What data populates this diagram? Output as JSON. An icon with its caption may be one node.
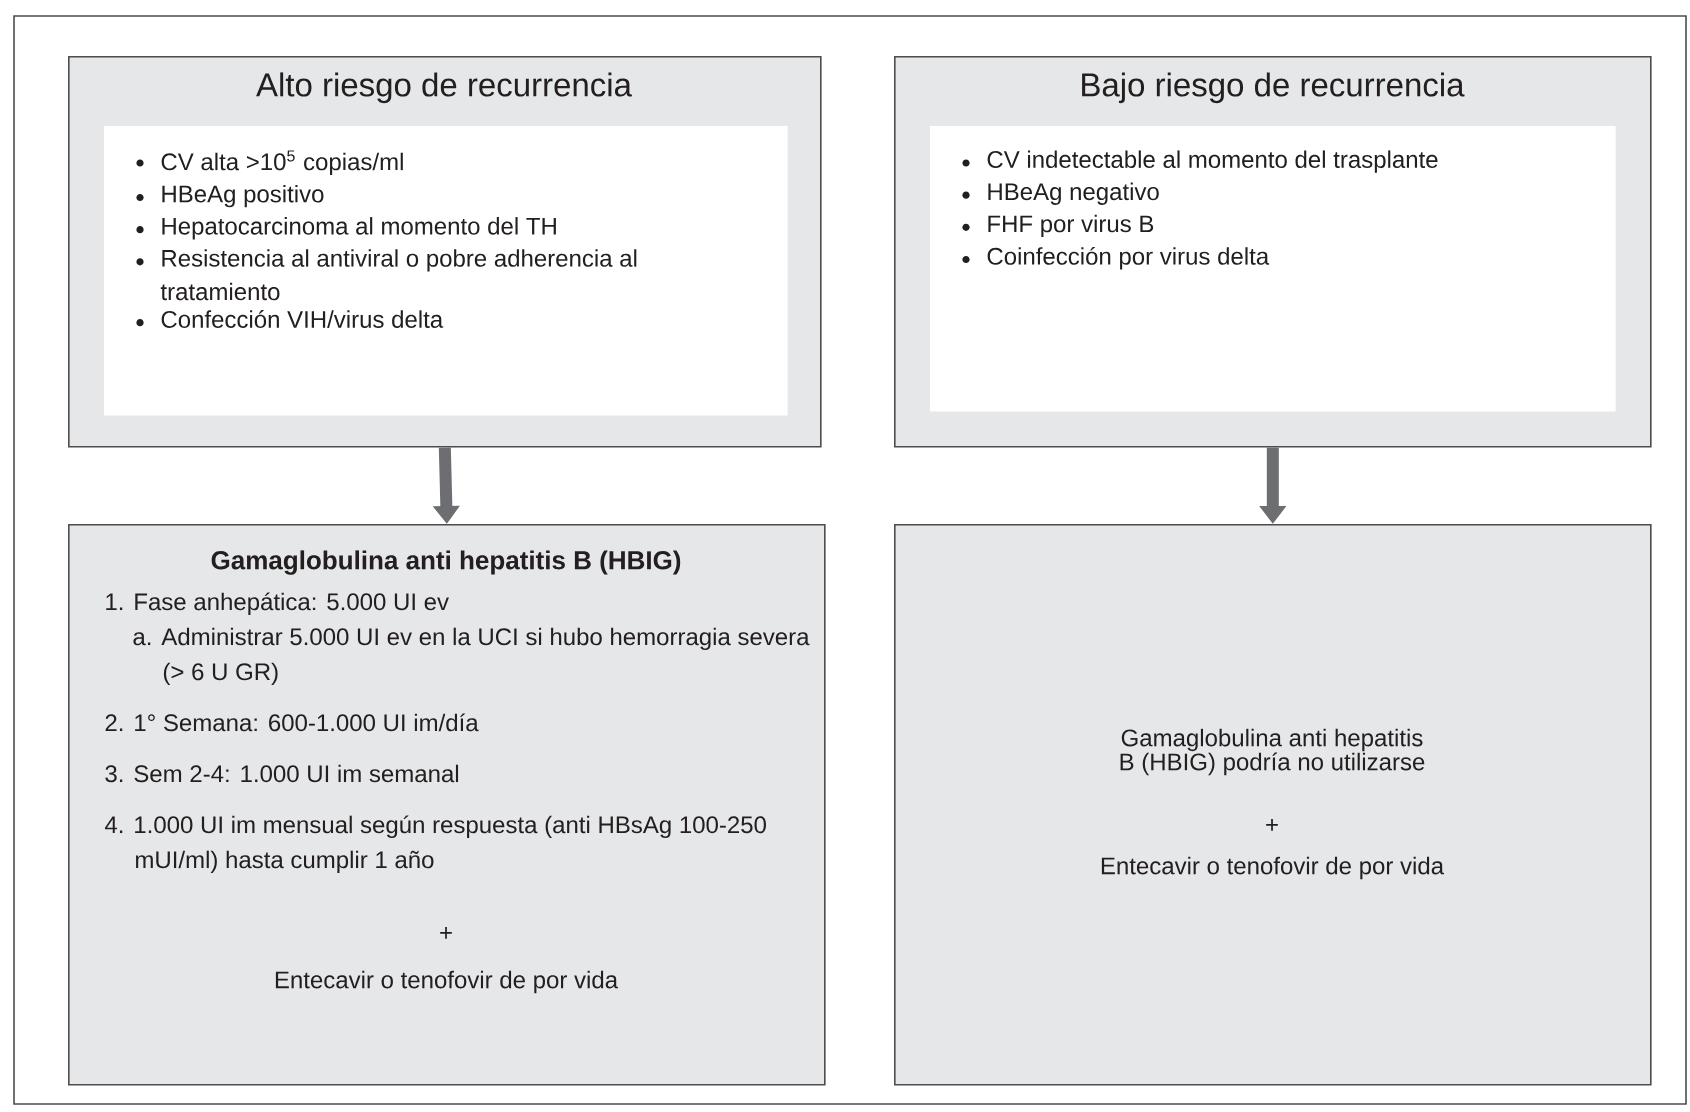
{
  "diagram": {
    "nodes": [
      {
        "text": [
          "Alto riesgo de recurrencia"
        ]
      },
      {
        "text": [
          "CV alta >10$^{5}$ copias/ml",
          "HBeAg positivo",
          "Hepatocarcinoma al momento del TH",
          "Resistencia al antiviral o pobre adherencia al tratamiento",
          "Confección VIH/virus delta"
        ],
        "in": 0
      },
      {
        "text": [
          "Bajo riesgo de recurrencia"
        ]
      },
      {
        "text": [
          "CV indetectable al momento del trasplante",
          "HBeAg negativo",
          "FHF por virus B",
          "Coinfección por virus delta"
        ],
        "in": 2
      },
      {
        "text": [
          "Gamaglobulina anti hepatitis B (HBIG)",
          "1. Fase anhepática: 5.000 UI ev",
          "a. Administrar 5.000 UI ev en la UCI si hubo hemorragia severa (> 6 U GR)",
          "2. 1° Semana: 600-1.000 UI im/día",
          "3. Sem 2-4: 1.000 UI im semanal",
          "4. 1.000 UI im mensual según respuesta (anti HBsAg 100-250 mUI/ml) hasta cumplir 1 año",
          "+",
          "Entecavir o tenofovir de por vida"
        ]
      },
      {
        "text": [
          "Gamaglobulina anti hepatitis B (HBIG) podría no utilizarse",
          "+",
          "Entecavir o tenofovir de por vida"
        ]
      }
    ],
    "edges": [
      {
        "from": 0,
        "to": 4,
        "arrow": "to"
      },
      {
        "from": 2,
        "to": 5,
        "arrow": "to"
      }
    ]
  }
}
